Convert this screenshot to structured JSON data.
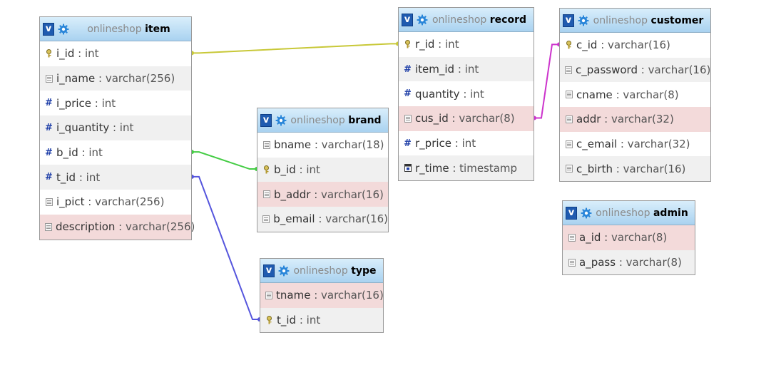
{
  "colors": {
    "item_record_link": "#c8c838",
    "item_brand_link": "#44cc44",
    "item_type_link": "#5555dd",
    "record_customer_link": "#cc33cc"
  },
  "tables": [
    {
      "id": "item",
      "db": "onlineshop",
      "name": "item",
      "toggle": "v",
      "columns": [
        {
          "name": "i_id",
          "type": "int",
          "icon": "primary-key-icon"
        },
        {
          "name": "i_name",
          "type": "varchar(256)",
          "icon": "text-column-icon"
        },
        {
          "name": "i_price",
          "type": "int",
          "icon": "numeric-column-icon"
        },
        {
          "name": "i_quantity",
          "type": "int",
          "icon": "numeric-column-icon"
        },
        {
          "name": "b_id",
          "type": "int",
          "icon": "numeric-column-icon"
        },
        {
          "name": "t_id",
          "type": "int",
          "icon": "numeric-column-icon"
        },
        {
          "name": "i_pict",
          "type": "varchar(256)",
          "icon": "text-column-icon"
        },
        {
          "name": "description",
          "type": "varchar(256)",
          "icon": "text-column-icon",
          "highlight": true
        }
      ]
    },
    {
      "id": "record",
      "db": "onlineshop",
      "name": "record",
      "toggle": "v",
      "columns": [
        {
          "name": "r_id",
          "type": "int",
          "icon": "primary-key-icon"
        },
        {
          "name": "item_id",
          "type": "int",
          "icon": "numeric-column-icon"
        },
        {
          "name": "quantity",
          "type": "int",
          "icon": "numeric-column-icon"
        },
        {
          "name": "cus_id",
          "type": "varchar(8)",
          "icon": "text-column-icon",
          "highlight": true
        },
        {
          "name": "r_price",
          "type": "int",
          "icon": "numeric-column-icon"
        },
        {
          "name": "r_time",
          "type": "timestamp",
          "icon": "timestamp-column-icon"
        }
      ]
    },
    {
      "id": "customer",
      "db": "onlineshop",
      "name": "customer",
      "toggle": "v",
      "columns": [
        {
          "name": "c_id",
          "type": "varchar(16)",
          "icon": "primary-key-icon"
        },
        {
          "name": "c_password",
          "type": "varchar(16)",
          "icon": "text-column-icon"
        },
        {
          "name": "cname",
          "type": "varchar(8)",
          "icon": "text-column-icon"
        },
        {
          "name": "addr",
          "type": "varchar(32)",
          "icon": "text-column-icon",
          "highlight": true
        },
        {
          "name": "c_email",
          "type": "varchar(32)",
          "icon": "text-column-icon"
        },
        {
          "name": "c_birth",
          "type": "varchar(16)",
          "icon": "text-column-icon"
        }
      ]
    },
    {
      "id": "brand",
      "db": "onlineshop",
      "name": "brand",
      "toggle": "v",
      "columns": [
        {
          "name": "bname",
          "type": "varchar(18)",
          "icon": "text-column-icon"
        },
        {
          "name": "b_id",
          "type": "int",
          "icon": "primary-key-icon"
        },
        {
          "name": "b_addr",
          "type": "varchar(16)",
          "icon": "text-column-icon",
          "highlight": true
        },
        {
          "name": "b_email",
          "type": "varchar(16)",
          "icon": "text-column-icon"
        }
      ]
    },
    {
      "id": "type",
      "db": "onlineshop",
      "name": "type",
      "toggle": "v",
      "columns": [
        {
          "name": "tname",
          "type": "varchar(16)",
          "icon": "text-column-icon",
          "highlight": true
        },
        {
          "name": "t_id",
          "type": "int",
          "icon": "primary-key-icon"
        }
      ]
    },
    {
      "id": "admin",
      "db": "onlineshop",
      "name": "admin",
      "toggle": "v",
      "columns": [
        {
          "name": "a_id",
          "type": "varchar(8)",
          "icon": "text-column-icon",
          "highlight": true
        },
        {
          "name": "a_pass",
          "type": "varchar(8)",
          "icon": "text-column-icon"
        }
      ]
    }
  ],
  "relations": [
    {
      "from_table": "item",
      "from_column": "i_id",
      "to_table": "record",
      "to_column": "r_id",
      "color": "#c8c838"
    },
    {
      "from_table": "item",
      "from_column": "b_id",
      "to_table": "brand",
      "to_column": "b_id",
      "color": "#44cc44"
    },
    {
      "from_table": "item",
      "from_column": "t_id",
      "to_table": "type",
      "to_column": "t_id",
      "color": "#5555dd"
    },
    {
      "from_table": "record",
      "from_column": "cus_id",
      "to_table": "customer",
      "to_column": "c_id",
      "color": "#cc33cc"
    }
  ]
}
